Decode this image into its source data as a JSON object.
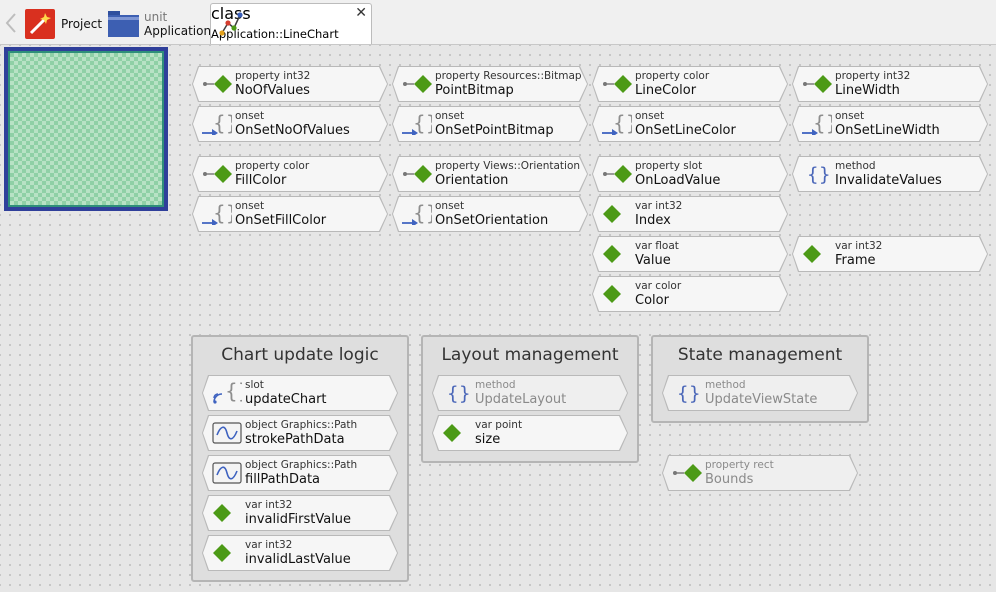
{
  "breadcrumb": {
    "project": {
      "label": "Project"
    },
    "unit": {
      "kind": "unit",
      "name": "Application"
    },
    "class": {
      "kind": "class",
      "name": "Application::LineChart"
    }
  },
  "members": {
    "NoOfValues": {
      "kind": "property int32",
      "name": "NoOfValues"
    },
    "PointBitmap": {
      "kind": "property Resources::Bitmap",
      "name": "PointBitmap"
    },
    "LineColor": {
      "kind": "property color",
      "name": "LineColor"
    },
    "LineWidth": {
      "kind": "property int32",
      "name": "LineWidth"
    },
    "OnSetNoOfValues": {
      "kind": "onset",
      "name": "OnSetNoOfValues"
    },
    "OnSetPointBitmap": {
      "kind": "onset",
      "name": "OnSetPointBitmap"
    },
    "OnSetLineColor": {
      "kind": "onset",
      "name": "OnSetLineColor"
    },
    "OnSetLineWidth": {
      "kind": "onset",
      "name": "OnSetLineWidth"
    },
    "FillColor": {
      "kind": "property color",
      "name": "FillColor"
    },
    "Orientation": {
      "kind": "property Views::Orientation",
      "name": "Orientation"
    },
    "OnLoadValue": {
      "kind": "property slot",
      "name": "OnLoadValue"
    },
    "InvalidateValues": {
      "kind": "method",
      "name": "InvalidateValues"
    },
    "OnSetFillColor": {
      "kind": "onset",
      "name": "OnSetFillColor"
    },
    "OnSetOrientation": {
      "kind": "onset",
      "name": "OnSetOrientation"
    },
    "Index": {
      "kind": "var int32",
      "name": "Index"
    },
    "Value": {
      "kind": "var float",
      "name": "Value"
    },
    "Frame": {
      "kind": "var int32",
      "name": "Frame"
    },
    "Color": {
      "kind": "var color",
      "name": "Color"
    },
    "updateChart": {
      "kind": "slot",
      "name": "updateChart"
    },
    "strokePathData": {
      "kind": "object Graphics::Path",
      "name": "strokePathData"
    },
    "fillPathData": {
      "kind": "object Graphics::Path",
      "name": "fillPathData"
    },
    "invalidFirstValue": {
      "kind": "var int32",
      "name": "invalidFirstValue"
    },
    "invalidLastValue": {
      "kind": "var int32",
      "name": "invalidLastValue"
    },
    "UpdateLayout": {
      "kind": "method",
      "name": "UpdateLayout"
    },
    "size": {
      "kind": "var point",
      "name": "size"
    },
    "UpdateViewState": {
      "kind": "method",
      "name": "UpdateViewState"
    },
    "Bounds": {
      "kind": "property rect",
      "name": "Bounds"
    }
  },
  "groups": {
    "chart": "Chart update logic",
    "layout": "Layout management",
    "state": "State management"
  },
  "colors": {
    "diamond": "#4c9a16",
    "brace": "#4a66b8",
    "arrow": "#3f63c0"
  }
}
